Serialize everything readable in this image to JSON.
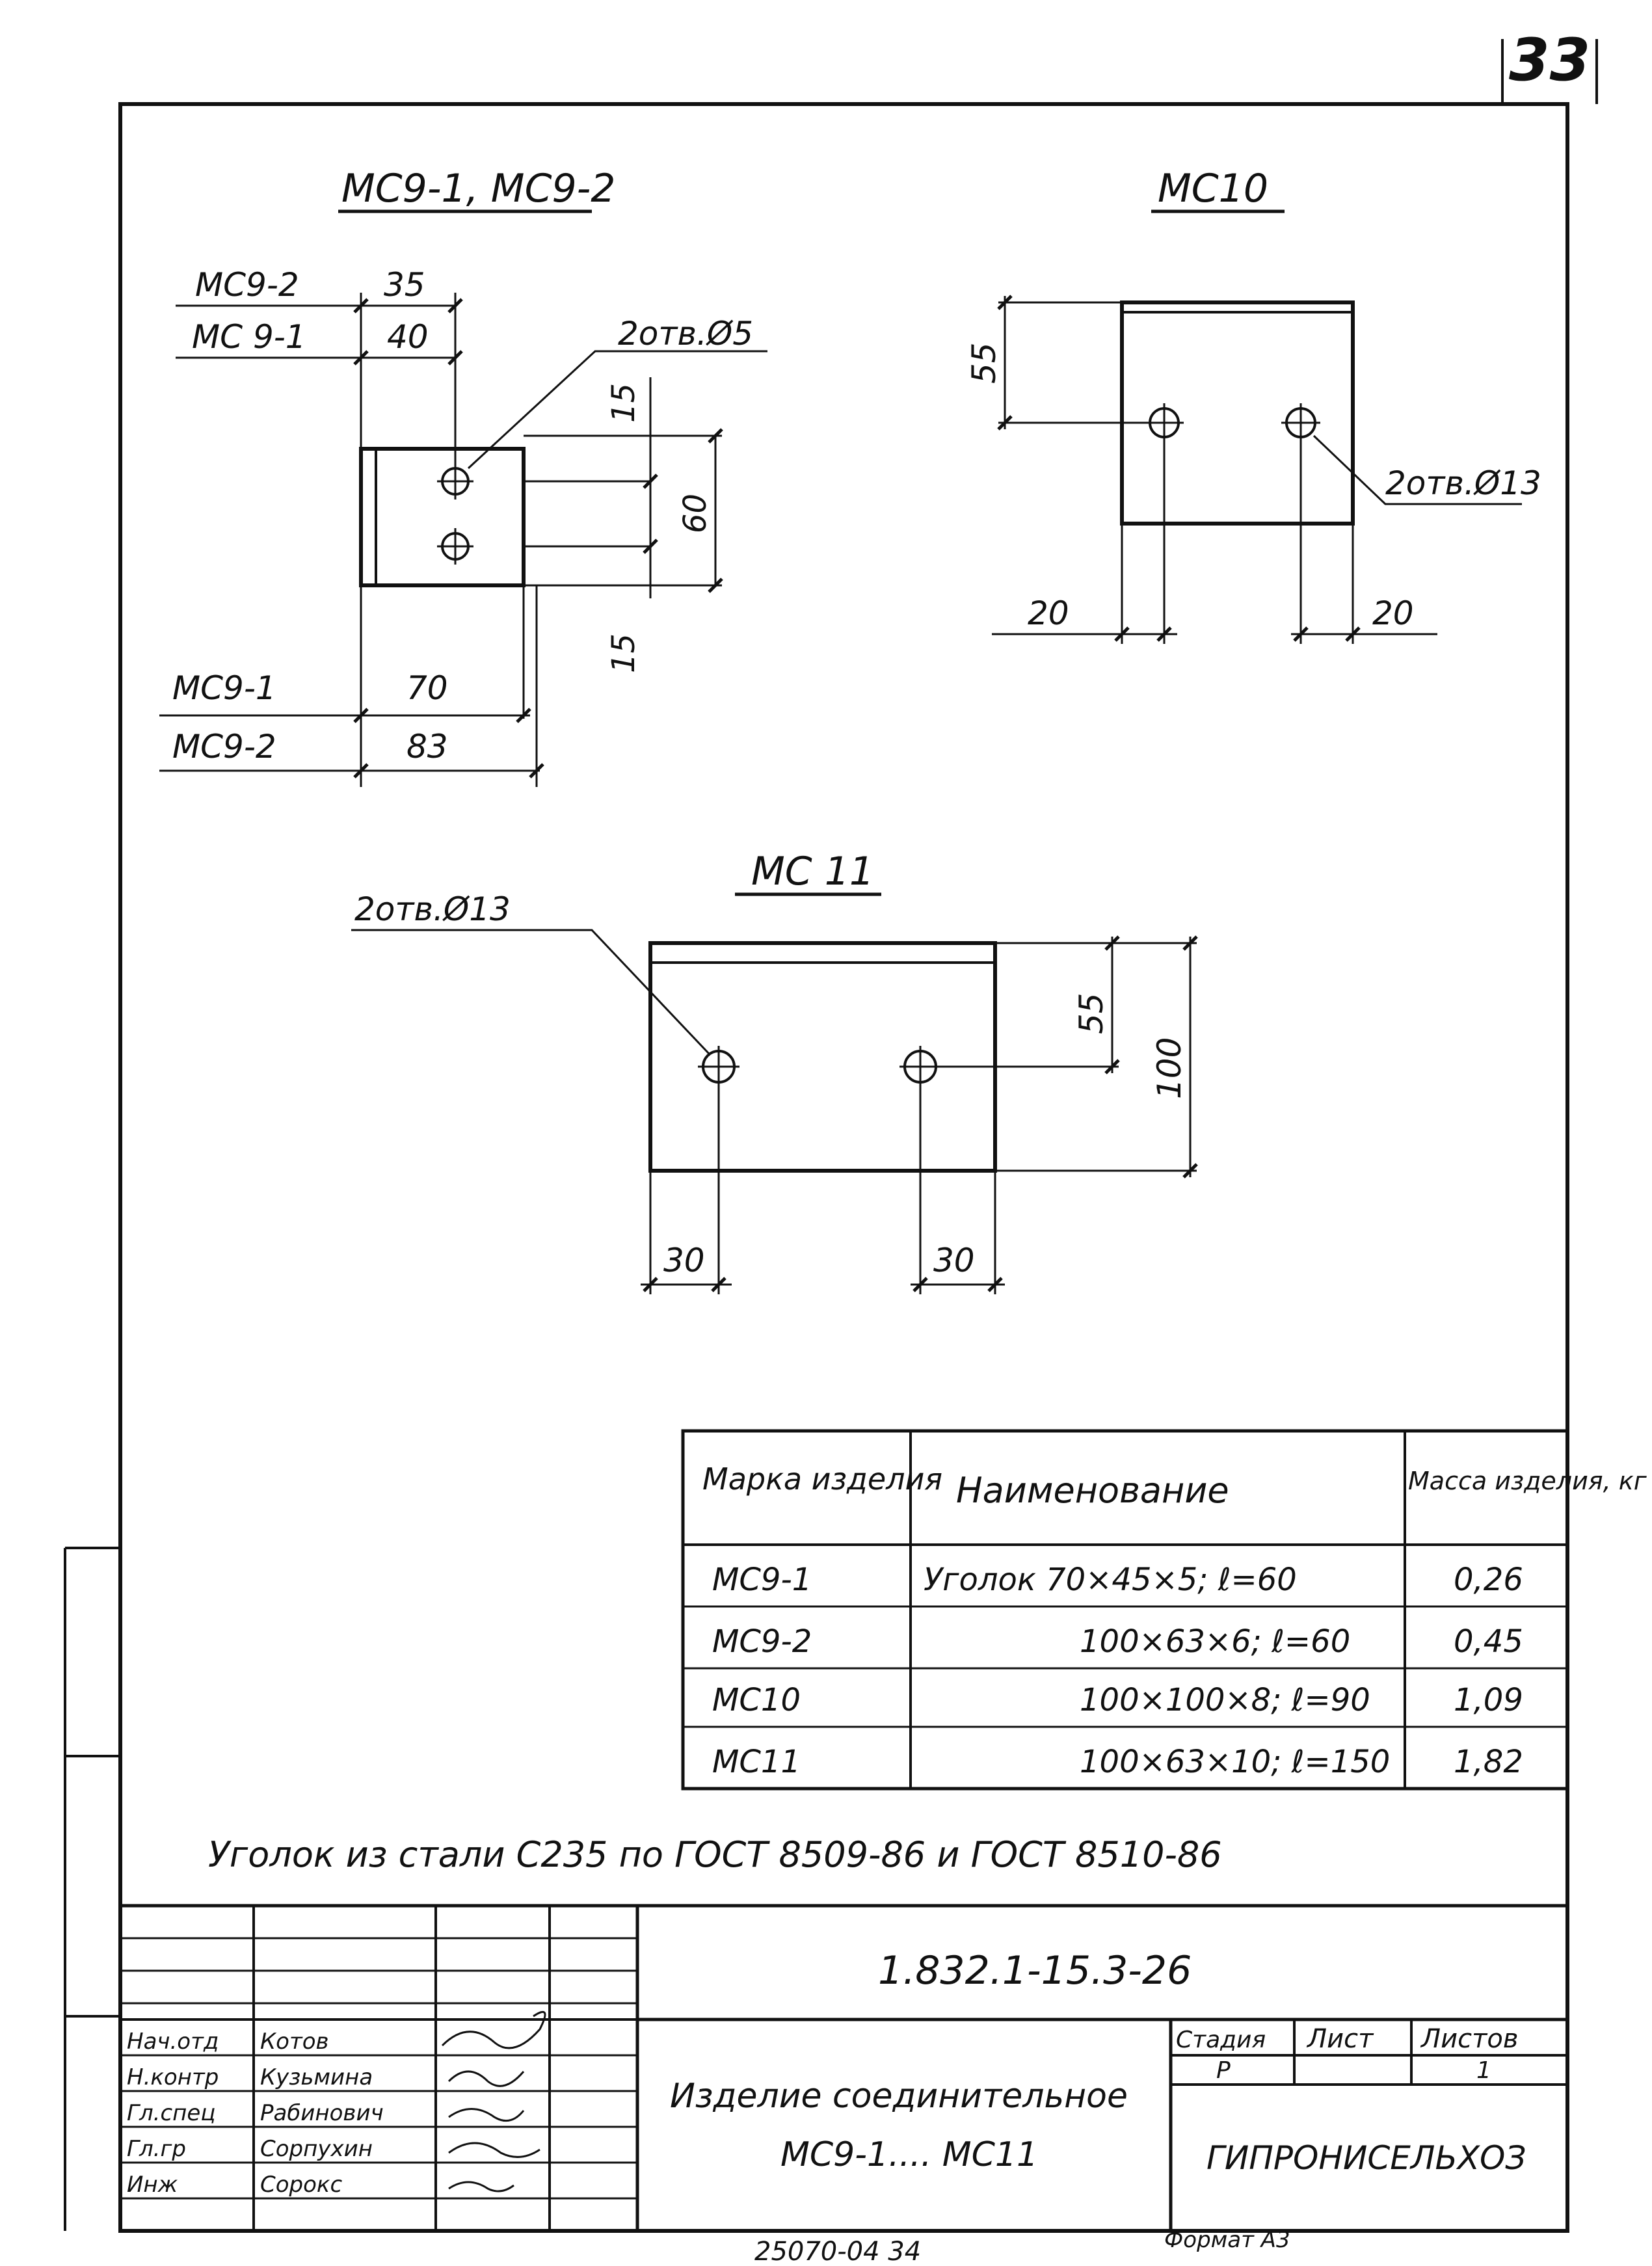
{
  "sheet_number": "33",
  "ms9": {
    "title": "МС9-1, МС9-2",
    "label_ms9_2_top": "МС9-2",
    "label_ms9_1_top": "МС 9-1",
    "dim_35": "35",
    "dim_40": "40",
    "holes_note": "2отв.Ø5",
    "dim_15_top": "15",
    "dim_60": "60",
    "dim_15_bottom": "15",
    "label_ms9_1_bottom": "МС9-1",
    "label_ms9_2_bottom": "МС9-2",
    "dim_70": "70",
    "dim_83": "83"
  },
  "ms10": {
    "title": "МС10",
    "dim_55": "55",
    "holes_note": "2отв.Ø13",
    "dim_20_left": "20",
    "dim_20_right": "20"
  },
  "ms11": {
    "title": "МС 11",
    "holes_note": "2отв.Ø13",
    "dim_55": "55",
    "dim_100": "100",
    "dim_30_left": "30",
    "dim_30_right": "30"
  },
  "spec_table": {
    "headers": [
      "Марка изделия",
      "Наименование",
      "Масса изделия, кг"
    ],
    "rows": [
      {
        "mark": "МС9-1",
        "name": "Уголок 70×45×5; ℓ=60",
        "mass": "0,26"
      },
      {
        "mark": "МС9-2",
        "name": "100×63×6; ℓ=60",
        "mass": "0,45"
      },
      {
        "mark": "МС10",
        "name": "100×100×8; ℓ=90",
        "mass": "1,09"
      },
      {
        "mark": "МС11",
        "name": "100×63×10; ℓ=150",
        "mass": "1,82"
      }
    ]
  },
  "note": "Уголок из стали С235 по ГОСТ 8509-86 и ГОСТ 8510-86",
  "title_block": {
    "doc_code": "1.832.1-15.3-26",
    "product_name_line1": "Изделие соединительное",
    "product_name_line2": "МС9-1.... МС11",
    "stage_label": "Стадия",
    "sheet_label": "Лист",
    "sheets_label": "Листов",
    "stage_value": "Р",
    "sheets_value": "1",
    "org": "ГИПРОНИСЕЛЬХОЗ",
    "signatories": [
      {
        "role": "Нач.отд",
        "name": "Котов"
      },
      {
        "role": "Н.контр",
        "name": "Кузьмина"
      },
      {
        "role": "Гл.спец",
        "name": "Рабинович"
      },
      {
        "role": "Гл.гр",
        "name": "Сорпухин"
      },
      {
        "role": "Инж",
        "name": "Сорокс"
      }
    ]
  },
  "footer": {
    "archive_no": "25070-04 34",
    "format": "Формат А3"
  }
}
